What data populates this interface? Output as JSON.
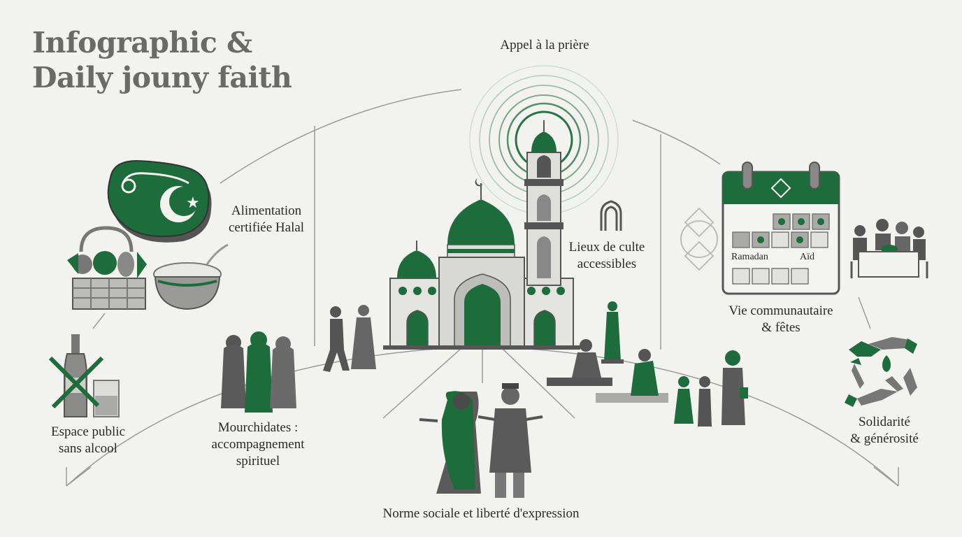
{
  "title": {
    "line1": "Infographic &",
    "line2": "Daily jouny faith"
  },
  "labels": {
    "call_to_prayer": "Appel à la prière",
    "halal_line1": "Alimentation",
    "halal_line2": "certifiée Halal",
    "worship_line1": "Lieux de culte",
    "worship_line2": "accessibles",
    "community_line1": "Vie communautaire",
    "community_line2": "& fêtes",
    "alcohol_line1": "Espace public",
    "alcohol_line2": "sans alcool",
    "mourchidates_line1": "Mourchidates :",
    "mourchidates_line2": "accompagnement",
    "mourchidates_line3": "spirituel",
    "social_norm": "Norme sociale et liberté d'expression",
    "solidarity_line1": "Solidarité",
    "solidarity_line2": "& générosité"
  },
  "calendar": {
    "ramadan": "Ramadan",
    "aid": "Aïd"
  },
  "colors": {
    "green": "#1e6b3c",
    "gray": "#6b6b6b",
    "light_gray": "#bdbdbd",
    "background": "#f2f2ef"
  }
}
